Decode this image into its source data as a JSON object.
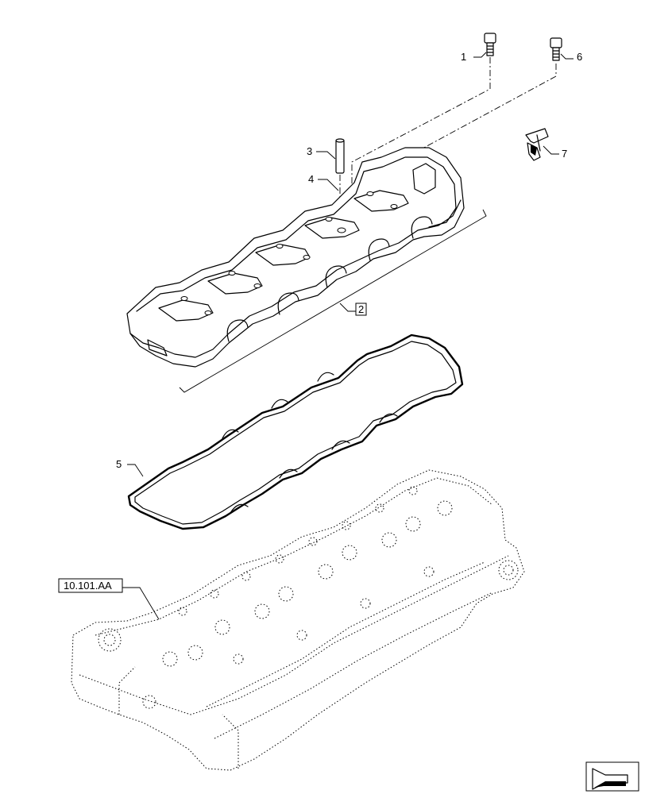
{
  "callouts": {
    "c1": "1",
    "c2": "2",
    "c3": "3",
    "c4": "4",
    "c5": "5",
    "c6": "6",
    "c7": "7"
  },
  "reference": {
    "label": "10.101.AA"
  },
  "icons": {
    "corner": "next-page-arrow-icon"
  }
}
